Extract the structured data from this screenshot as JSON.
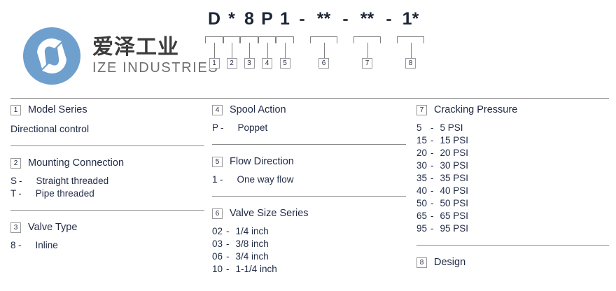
{
  "brand": {
    "name_cn": "爱泽工业",
    "name_en": "IZE INDUSTRIES",
    "logo_color": "#6f9fcd",
    "logo_icon": "circle-bolt-logo-icon"
  },
  "part_number": {
    "full": "D * 8 P 1 - ** - ** - 1*",
    "segments": [
      {
        "text": "D",
        "callout": "1"
      },
      {
        "text": "*",
        "callout": "2"
      },
      {
        "text": "8",
        "callout": "3"
      },
      {
        "text": "P",
        "callout": "4"
      },
      {
        "text": "1",
        "callout": "5"
      },
      {
        "text": "-",
        "callout": null
      },
      {
        "text": "**",
        "callout": "6"
      },
      {
        "text": "-",
        "callout": null
      },
      {
        "text": "**",
        "callout": "7"
      },
      {
        "text": "-",
        "callout": null
      },
      {
        "text": "1*",
        "callout": "8"
      }
    ],
    "callout_numbers": [
      "1",
      "2",
      "3",
      "4",
      "5",
      "6",
      "7",
      "8"
    ]
  },
  "columns": [
    {
      "sections": [
        {
          "number": "1",
          "title": "Model Series",
          "plain": [
            "Directional control"
          ],
          "options": []
        },
        {
          "number": "2",
          "title": "Mounting Connection",
          "plain": [],
          "options": [
            {
              "code": "S",
              "label": "Straight threaded"
            },
            {
              "code": "T",
              "label": "Pipe threaded"
            }
          ]
        },
        {
          "number": "3",
          "title": "Valve Type",
          "plain": [],
          "options": [
            {
              "code": "8",
              "label": "Inline"
            }
          ]
        }
      ]
    },
    {
      "sections": [
        {
          "number": "4",
          "title": "Spool Action",
          "plain": [],
          "options": [
            {
              "code": "P",
              "label": "Poppet"
            }
          ]
        },
        {
          "number": "5",
          "title": "Flow Direction",
          "plain": [],
          "options": [
            {
              "code": "1",
              "label": "One way flow"
            }
          ]
        },
        {
          "number": "6",
          "title": "Valve Size Series",
          "plain": [],
          "options": [
            {
              "code": "02",
              "label": "1/4 inch"
            },
            {
              "code": "03",
              "label": "3/8 inch"
            },
            {
              "code": "06",
              "label": "3/4 inch"
            },
            {
              "code": "10",
              "label": "1-1/4 inch"
            }
          ]
        }
      ]
    },
    {
      "sections": [
        {
          "number": "7",
          "title": "Cracking Pressure",
          "plain": [],
          "options": [
            {
              "code": "5",
              "label": "5 PSI"
            },
            {
              "code": "15",
              "label": "15 PSI"
            },
            {
              "code": "20",
              "label": "20 PSI"
            },
            {
              "code": "30",
              "label": "30 PSI"
            },
            {
              "code": "35",
              "label": "35 PSI"
            },
            {
              "code": "40",
              "label": "40 PSI"
            },
            {
              "code": "50",
              "label": "50 PSI"
            },
            {
              "code": "65",
              "label": "65 PSI"
            },
            {
              "code": "95",
              "label": "95 PSI"
            }
          ]
        },
        {
          "number": "8",
          "title": "Design",
          "plain": [],
          "options": []
        }
      ]
    }
  ]
}
